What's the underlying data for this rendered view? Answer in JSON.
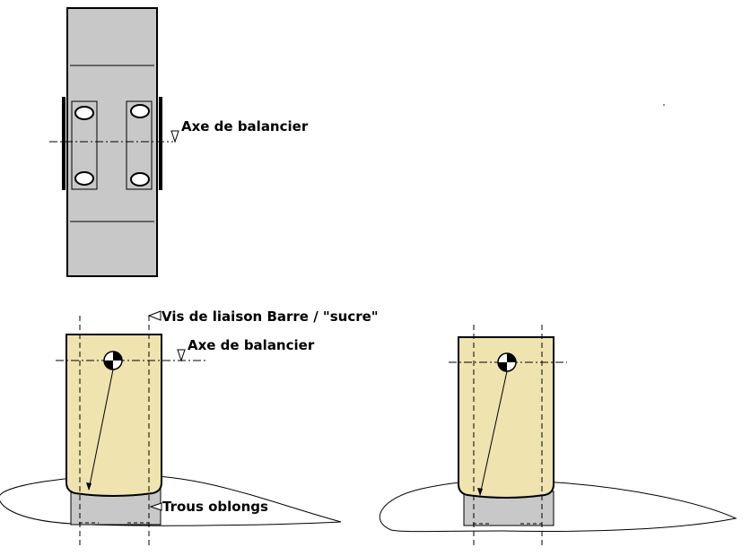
{
  "labels": {
    "rocker_axis_top": "Axe de balancier",
    "bar_screw": "Vis de liaison Barre / \"sucre\"",
    "rocker_axis_side": "Axe de balancier",
    "oblong_holes": "Trous oblongs"
  },
  "colors": {
    "top_bar_fill": "#c8c8c8",
    "bar_block_fill": "#efe3b0",
    "lower_block_fill": "#c8c8c8",
    "line": "#000000",
    "background": "#ffffff"
  }
}
